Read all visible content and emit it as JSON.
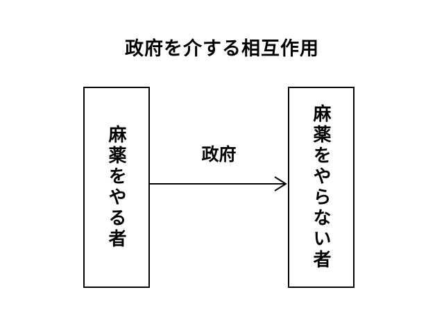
{
  "title": "政府を介する相互作用",
  "diagram": {
    "left_box": {
      "label": "麻薬をやる者"
    },
    "right_box": {
      "label": "麻薬をやらない者"
    },
    "arrow": {
      "label": "政府",
      "direction": "left-to-right"
    },
    "colors": {
      "stroke": "#000000",
      "background": "#ffffff"
    }
  }
}
